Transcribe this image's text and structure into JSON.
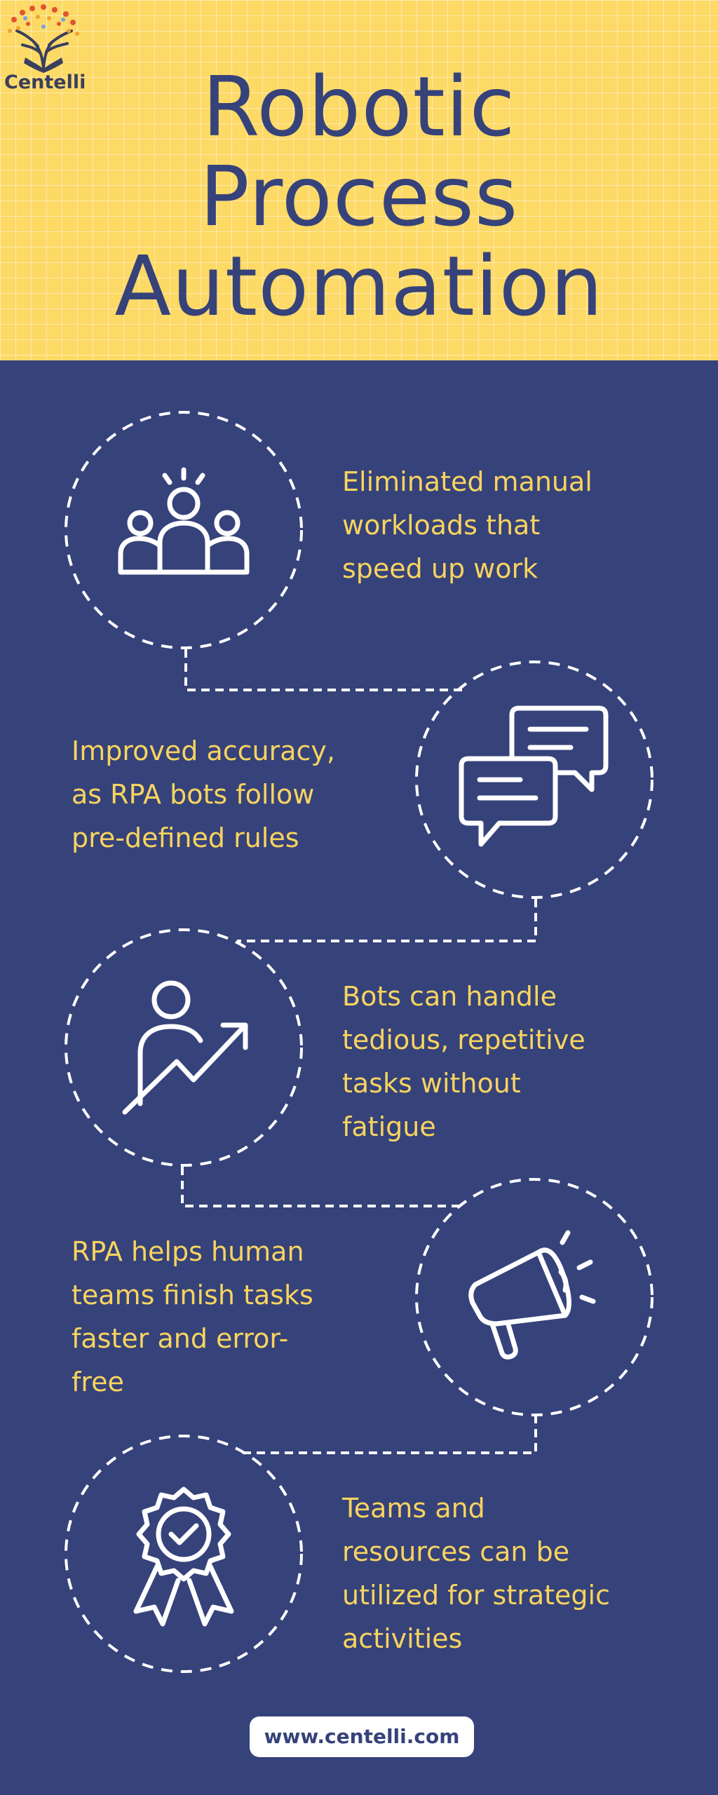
{
  "brand": {
    "name": "Centelli"
  },
  "title": {
    "line1": "Robotic",
    "line2": "Process",
    "line3": "Automation"
  },
  "steps": [
    {
      "icon": "team-icon",
      "text": "Eliminated manual\nworkloads that\nspeed up work"
    },
    {
      "icon": "chat-bubbles-icon",
      "text": "Improved accuracy,\nas RPA bots follow\npre-defined rules"
    },
    {
      "icon": "growth-person-icon",
      "text": "Bots can handle\ntedious, repetitive\ntasks without\nfatigue"
    },
    {
      "icon": "megaphone-icon",
      "text": "RPA helps human\nteams finish tasks\nfaster and error-\nfree"
    },
    {
      "icon": "badge-check-icon",
      "text": "Teams and\nresources can be\nutilized for strategic\nactivities"
    }
  ],
  "footer": {
    "url": "www.centelli.com"
  },
  "colors": {
    "header_bg": "#fdd966",
    "body_bg": "#36427a",
    "label_text": "#f8d45f",
    "title_text": "#36427a"
  }
}
